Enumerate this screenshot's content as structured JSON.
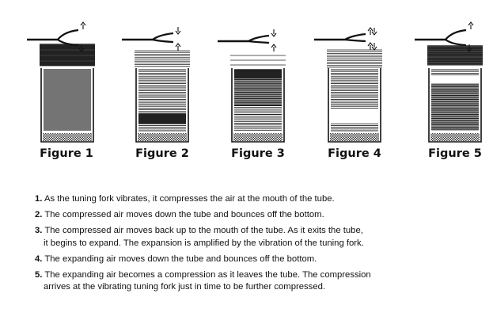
{
  "figures": [
    {
      "caption": "Figure 1"
    },
    {
      "caption": "Figure 2"
    },
    {
      "caption": "Figure 3"
    },
    {
      "caption": "Figure 4"
    },
    {
      "caption": "Figure 5"
    }
  ],
  "steps": [
    {
      "num": "1.",
      "line1": "As the tuning fork vibrates, it compresses the air at the mouth of the tube.",
      "line2": ""
    },
    {
      "num": "2.",
      "line1": "The compressed air moves down the tube and bounces off the bottom.",
      "line2": ""
    },
    {
      "num": "3.",
      "line1": "The compressed air moves back up to the mouth of the tube. As it exits the tube,",
      "line2": "it begins to expand. The expansion is amplified by the vibration of the tuning fork."
    },
    {
      "num": "4.",
      "line1": "The expanding air moves down the tube and bounces off the bottom.",
      "line2": ""
    },
    {
      "num": "5.",
      "line1": "The expanding air becomes a compression as it leaves the tube. The compression",
      "line2": "arrives at the vibrating tuning fork just in time to be further compressed."
    }
  ]
}
